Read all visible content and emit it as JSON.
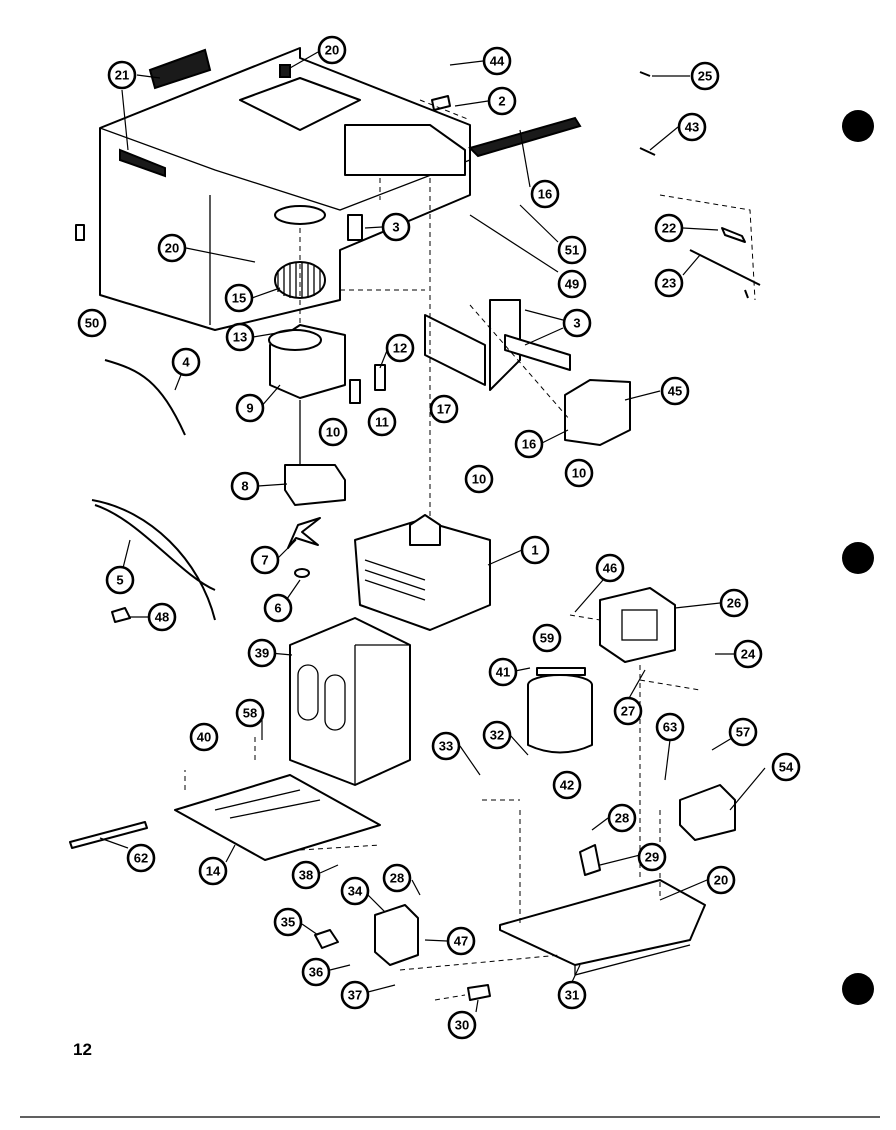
{
  "page_number": "12",
  "callouts": [
    {
      "id": "c21",
      "label": "21"
    },
    {
      "id": "c20a",
      "label": "20"
    },
    {
      "id": "c44",
      "label": "44"
    },
    {
      "id": "c25",
      "label": "25"
    },
    {
      "id": "c2",
      "label": "2"
    },
    {
      "id": "c43",
      "label": "43"
    },
    {
      "id": "c16a",
      "label": "16"
    },
    {
      "id": "c22",
      "label": "22"
    },
    {
      "id": "c23",
      "label": "23"
    },
    {
      "id": "c51",
      "label": "51"
    },
    {
      "id": "c49",
      "label": "49"
    },
    {
      "id": "c20b",
      "label": "20"
    },
    {
      "id": "c3a",
      "label": "3"
    },
    {
      "id": "c15",
      "label": "15"
    },
    {
      "id": "c50",
      "label": "50"
    },
    {
      "id": "c13",
      "label": "13"
    },
    {
      "id": "c3b",
      "label": "3"
    },
    {
      "id": "c12",
      "label": "12"
    },
    {
      "id": "c4",
      "label": "4"
    },
    {
      "id": "c9",
      "label": "9"
    },
    {
      "id": "c10a",
      "label": "10"
    },
    {
      "id": "c11",
      "label": "11"
    },
    {
      "id": "c17",
      "label": "17"
    },
    {
      "id": "c45",
      "label": "45"
    },
    {
      "id": "c16b",
      "label": "16"
    },
    {
      "id": "c10b",
      "label": "10"
    },
    {
      "id": "c10c",
      "label": "10"
    },
    {
      "id": "c8",
      "label": "8"
    },
    {
      "id": "c1",
      "label": "1"
    },
    {
      "id": "c7",
      "label": "7"
    },
    {
      "id": "c5",
      "label": "5"
    },
    {
      "id": "c46",
      "label": "46"
    },
    {
      "id": "c26",
      "label": "26"
    },
    {
      "id": "c6",
      "label": "6"
    },
    {
      "id": "c48",
      "label": "48"
    },
    {
      "id": "c39",
      "label": "39"
    },
    {
      "id": "c59",
      "label": "59"
    },
    {
      "id": "c24",
      "label": "24"
    },
    {
      "id": "c41",
      "label": "41"
    },
    {
      "id": "c27",
      "label": "27"
    },
    {
      "id": "c58",
      "label": "58"
    },
    {
      "id": "c40",
      "label": "40"
    },
    {
      "id": "c63",
      "label": "63"
    },
    {
      "id": "c57",
      "label": "57"
    },
    {
      "id": "c32",
      "label": "32"
    },
    {
      "id": "c33",
      "label": "33"
    },
    {
      "id": "c42",
      "label": "42"
    },
    {
      "id": "c54",
      "label": "54"
    },
    {
      "id": "c28a",
      "label": "28"
    },
    {
      "id": "c29",
      "label": "29"
    },
    {
      "id": "c62",
      "label": "62"
    },
    {
      "id": "c14",
      "label": "14"
    },
    {
      "id": "c38",
      "label": "38"
    },
    {
      "id": "c20c",
      "label": "20"
    },
    {
      "id": "c34",
      "label": "34"
    },
    {
      "id": "c28b",
      "label": "28"
    },
    {
      "id": "c35",
      "label": "35"
    },
    {
      "id": "c47",
      "label": "47"
    },
    {
      "id": "c36",
      "label": "36"
    },
    {
      "id": "c31",
      "label": "31"
    },
    {
      "id": "c37",
      "label": "37"
    },
    {
      "id": "c30",
      "label": "30"
    }
  ]
}
